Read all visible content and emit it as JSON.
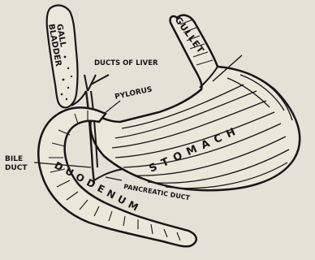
{
  "figure": {
    "labels": {
      "gall_bladder_line1": "GALL",
      "gall_bladder_line2": "BLADDER",
      "gullet": "GULLET",
      "ducts_of_liver": "DUCTS OF LIVER",
      "pylorus": "PYLORUS",
      "stomach": "STOMACH",
      "bile_duct_line1": "BILE",
      "bile_duct_line2": "DUCT",
      "duodenum": "DUODENUM",
      "pancreatic_duct": "PANCREATIC DUCT"
    }
  }
}
